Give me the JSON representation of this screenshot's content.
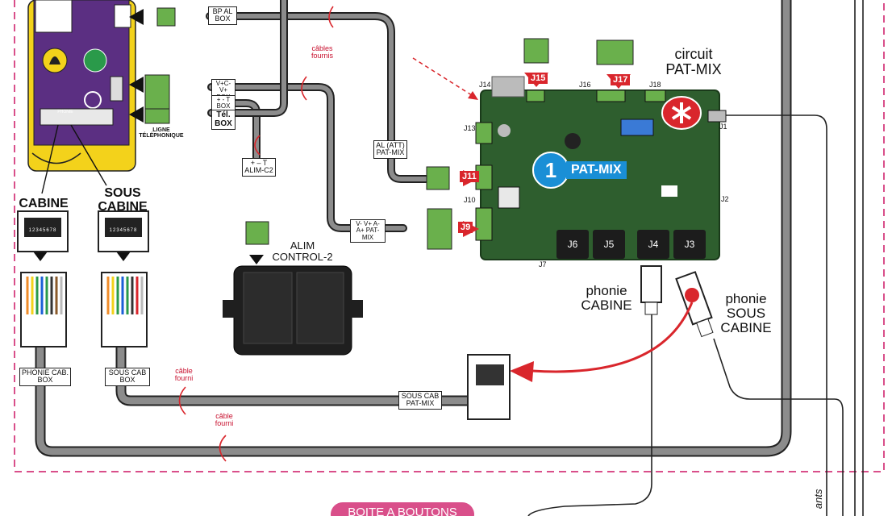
{
  "labels": {
    "bp_al_box": "BP AL BOX",
    "cables_fournis": "câbles fournis",
    "v_box": "V+C- V+ BOX",
    "plus_minus_t_box": "+ - T BOX",
    "tel_box": "Tél. BOX",
    "ligne_telephonique": "LIGNE TÉLÉPHONIQUE",
    "plus_minus_t_alim": "+ – T ALIM-C2",
    "al_patmix": "AL (ATT) PAT-MIX",
    "v_patmix": "V- V+ A- A+ PAT-MIX",
    "alim_control": "ALIM CONTROL-2",
    "circuit": "circuit",
    "pat_mix": "PAT-MIX",
    "badge_number": "1",
    "badge_text": "PAT-MIX",
    "cabine": "CABINE",
    "sous_cabine": "SOUS CABINE",
    "phone_cab_box": "PHONIE CAB. BOX",
    "sous_cab_box": "SOUS CAB BOX",
    "cable_fourni_1": "câble fourni",
    "cable_fourni_2": "câble fourni",
    "sous_cab_patmix": "SOUS CAB PAT-MIX",
    "phonie_cabine": "phonie CABINE",
    "phonie_sous_cabine": "phonie SOUS CABINE",
    "boite_a_boutons": "BOITE A BOUTONS",
    "ants": "ants",
    "phonie_tag": "PHONIE"
  },
  "connectors": {
    "j11": "J11",
    "j9": "J9",
    "j15": "J15",
    "j17": "J17",
    "j14": "J14",
    "j16": "J16",
    "j18": "J18",
    "j13": "J13",
    "j10": "J10",
    "j1": "J1",
    "j2": "J2",
    "j7": "J7",
    "j6": "J6",
    "j5": "J5",
    "j4": "J4",
    "j3": "J3"
  },
  "pinouts": {
    "cabine": "12345678",
    "sous_cabine": "12345678"
  },
  "colors": {
    "cable_gray": "#8c8c8c",
    "pcb_green": "#2e5e2e",
    "accent_red": "#d9262c",
    "badge_blue": "#1a8fd6",
    "purple_panel": "#5b2f82",
    "yellow_box": "#f3d21b",
    "terminal_green": "#6ab04c",
    "dashed_border": "#d94f8a"
  }
}
